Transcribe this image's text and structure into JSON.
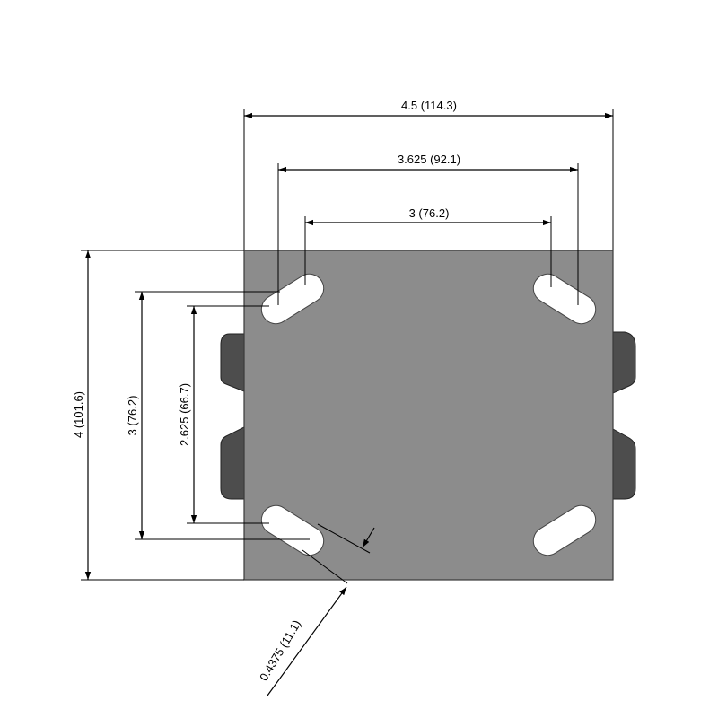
{
  "dimensions": {
    "overall_width": "4.5 (114.3)",
    "slot_outer_width": "3.625 (92.1)",
    "slot_inner_width": "3 (76.2)",
    "overall_height": "4 (101.6)",
    "hole_spacing_vertical": "3 (76.2)",
    "slot_inner_vertical": "2.625 (66.7)",
    "slot_width": "0.4375 (11.1)"
  },
  "colors": {
    "plate": "#8c8c8c",
    "plate_edge": "#3a3a3a",
    "fork": "#4d4d4d",
    "fork_highlight": "#6e6e6e",
    "hole": "#ffffff",
    "dimension": "#000000"
  }
}
